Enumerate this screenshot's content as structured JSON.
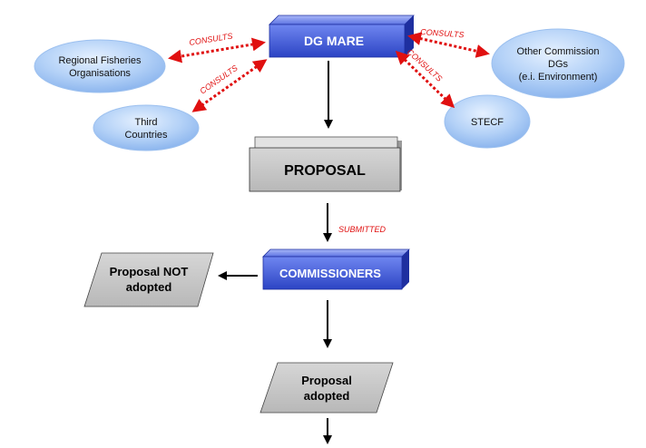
{
  "nodes": {
    "dg_mare": "DG MARE",
    "regional": [
      "Regional Fisheries",
      "Organisations"
    ],
    "third": [
      "Third",
      "Countries"
    ],
    "other_dgs": [
      "Other Commission",
      "DGs",
      "(e.i. Environment)"
    ],
    "stecf": "STECF",
    "proposal": "PROPOSAL",
    "commissioners": "COMMISSIONERS",
    "not_adopted": [
      "Proposal NOT",
      "adopted"
    ],
    "adopted": [
      "Proposal",
      "adopted"
    ]
  },
  "edge_labels": {
    "consults": "CONSULTS",
    "submitted": "SUBMITTED"
  },
  "colors": {
    "ellipse_fill": "#aecdf5",
    "box_blue": "#3b57d3",
    "box_blue_dark": "#1e2fa0",
    "consults_red": "#e01010",
    "grey_fill": "#c8c8c8"
  }
}
